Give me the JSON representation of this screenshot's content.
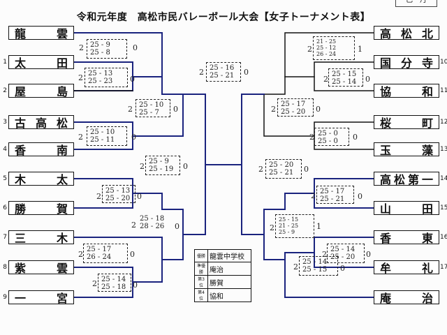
{
  "title": "令和元年度　高松市民バレーボール大会【女子トーナメント表】",
  "corner_mark": "己ー丹",
  "left_teams": [
    {
      "seed": "",
      "name": [
        "龍",
        "雲"
      ]
    },
    {
      "seed": "1",
      "name": [
        "太",
        "田"
      ]
    },
    {
      "seed": "2",
      "name": [
        "屋",
        "島"
      ]
    },
    {
      "seed": "3",
      "name": [
        "古",
        "高",
        "松"
      ]
    },
    {
      "seed": "4",
      "name": [
        "香",
        "南"
      ]
    },
    {
      "seed": "5",
      "name": [
        "木",
        "太"
      ]
    },
    {
      "seed": "6",
      "name": [
        "勝",
        "賀"
      ]
    },
    {
      "seed": "7",
      "name": [
        "三",
        "木"
      ]
    },
    {
      "seed": "8",
      "name": [
        "紫",
        "雲"
      ]
    },
    {
      "seed": "9",
      "name": [
        "一",
        "宮"
      ]
    }
  ],
  "right_teams": [
    {
      "seed": "",
      "name": [
        "高",
        "松",
        "北"
      ]
    },
    {
      "seed": "10",
      "name": [
        "国",
        "分",
        "寺"
      ]
    },
    {
      "seed": "11",
      "name": [
        "協",
        "和"
      ]
    },
    {
      "seed": "12",
      "name": [
        "桜",
        "町"
      ]
    },
    {
      "seed": "13",
      "name": [
        "玉",
        "藻"
      ]
    },
    {
      "seed": "14",
      "name": [
        "高",
        "松",
        "第",
        "一"
      ]
    },
    {
      "seed": "15",
      "name": [
        "山",
        "田"
      ]
    },
    {
      "seed": "16",
      "name": [
        "香",
        "東"
      ]
    },
    {
      "seed": "17",
      "name": [
        "牟",
        "礼"
      ]
    },
    {
      "seed": "",
      "name": [
        "庵",
        "治"
      ]
    }
  ],
  "matches": [
    {
      "id": "l-taida",
      "sets_l": "2",
      "lines": [
        "25 - 9",
        "25 - 8"
      ],
      "sets_r": "0"
    },
    {
      "id": "l-yashima",
      "sets_l": "2",
      "lines": [
        "25 - 13",
        "25 - 23"
      ],
      "sets_r": "0"
    },
    {
      "id": "l-r2-top",
      "sets_l": "2",
      "lines": [
        "25 - 10",
        "25 - 7"
      ],
      "sets_r": "0"
    },
    {
      "id": "l-kounan",
      "sets_l": "2",
      "lines": [
        "25 - 10",
        "25 - 11"
      ],
      "sets_r": "0"
    },
    {
      "id": "l-semi-top",
      "sets_l": "2",
      "lines": [
        "25 - 16",
        "25 - 21"
      ],
      "sets_r": "0"
    },
    {
      "id": "l-kita-katsuga",
      "sets_l": "2",
      "lines": [
        "25 - 13",
        "25 - 20"
      ],
      "sets_r": "0"
    },
    {
      "id": "l-r2-bottom",
      "sets_l": "2",
      "lines": [
        "25 - 9",
        "25 - 19"
      ],
      "sets_r": "0"
    },
    {
      "id": "l-miki",
      "sets_l": "2",
      "lines": [
        "25 - 18",
        "28 - 26"
      ],
      "sets_r": "0"
    },
    {
      "id": "l-shiun",
      "sets_l": "2",
      "lines": [
        "25 - 17",
        "26 - 24"
      ],
      "sets_r": "0"
    },
    {
      "id": "l-ichinomiya",
      "sets_l": "2",
      "lines": [
        "25 - 14",
        "25 - 18"
      ],
      "sets_r": "0"
    },
    {
      "id": "r-kita",
      "sets_l": "2",
      "lines": [
        "21 - 25",
        "25 - 12",
        "26 - 24"
      ],
      "sets_r": "1"
    },
    {
      "id": "r-kokubunji",
      "sets_l": "2",
      "lines": [
        "25 - 15",
        "25 - 14"
      ],
      "sets_r": "0"
    },
    {
      "id": "r-kyowa",
      "sets_l": "2",
      "lines": [
        "25 - 17",
        "25 - 20"
      ],
      "sets_r": "0"
    },
    {
      "id": "r-sakura",
      "sets_l": "2",
      "lines": [
        "25 - 0",
        "25 - 0"
      ],
      "sets_r": "0"
    },
    {
      "id": "r-semi",
      "sets_l": "2",
      "lines": [
        "25 - 20",
        "25 - 21"
      ],
      "sets_r": "0"
    },
    {
      "id": "r-daiichi",
      "sets_l": "2",
      "lines": [
        "25 - 17",
        "25 - 21"
      ],
      "sets_r": "0"
    },
    {
      "id": "r-yamada",
      "sets_l": "2",
      "lines": [
        "25 - 15",
        "21 - 25",
        "25 - 9"
      ],
      "sets_r": "1"
    },
    {
      "id": "r-kouto",
      "sets_l": "2",
      "lines": [
        "25 - 14",
        "25 - 20"
      ],
      "sets_r": "0"
    },
    {
      "id": "r-mure",
      "sets_l": "2",
      "lines": [
        "25 - 14",
        "25 - 15"
      ],
      "sets_r": "0"
    }
  ],
  "results": [
    {
      "rank": "優勝",
      "team": "龍雲中学校"
    },
    {
      "rank": "準優勝",
      "team": "庵治"
    },
    {
      "rank": "第3位",
      "team": "勝賀"
    },
    {
      "rank": "第4位",
      "team": "協和"
    }
  ],
  "colors": {
    "line": "#111111",
    "winner_line": "#1a237e"
  }
}
